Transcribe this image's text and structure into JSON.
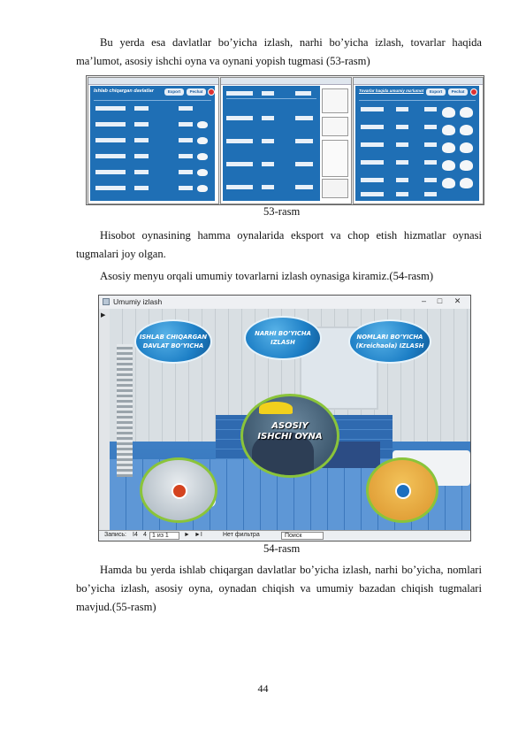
{
  "paragraphs": {
    "p1": "Bu yerda esa davlatlar bo’yicha izlash, narhi bo’yicha izlash, tovarlar haqida ma’lumot, asosiy ishchi oyna va oynani yopish tugmasi (53-rasm)",
    "p2": "Hisobot oynasining hamma oynalarida eksport va chop etish hizmatlar oynasi tugmalari joy olgan.",
    "p3": "Asosiy menyu orqali umumiy tovarlarni izlash oynasiga kiramiz.(54-rasm)",
    "p4": "Hamda bu yerda ishlab chiqargan davlatlar bo’yicha izlash, narhi bo’yicha, nomlari bo’yicha izlash, asosiy oyna, oynadan chiqish va umumiy bazadan chiqish tugmalari mavjud.(55-rasm)"
  },
  "captions": {
    "fig53": "53-rasm",
    "fig54": "54-rasm"
  },
  "page_number": "44",
  "fig53": {
    "win1": {
      "title": "Ishlab chiqargan davlatlar",
      "btn1": "Export",
      "btn2": "Pechat"
    },
    "win3": {
      "title": "Tovarlar haqida umumiy ma’lumot",
      "btn1": "Export",
      "btn2": "Pechat"
    }
  },
  "fig54": {
    "window_title": "Umumiy izlash",
    "bubbles": {
      "left": [
        "ISHLAB CHIQARGAN",
        "DAVLAT BO’YICHA"
      ],
      "middle": [
        "NARHI BO’YICHA",
        "IZLASH"
      ],
      "right": [
        "NOMLARI BO’YICHA",
        "(Kreichaola) IZLASH"
      ]
    },
    "center": [
      "ASOSIY",
      "ISHCHI OYNA"
    ],
    "status": {
      "record_label": "Запись:",
      "nav_first": "I4",
      "nav_prev": "4",
      "record_value": "1 из 1",
      "nav_next": "►",
      "nav_last": "►I",
      "filter": "Нет фильтра",
      "search": "Поиск"
    },
    "colors": {
      "bubble_blue": "#1d7fc6",
      "ring_green": "#8ac43a",
      "floor_blue": "#2f6db5"
    }
  }
}
